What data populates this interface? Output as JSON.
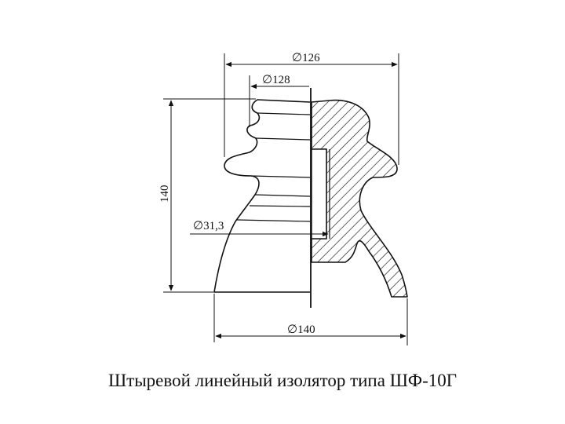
{
  "drawing": {
    "dim_top_outer": "∅126",
    "dim_top_inner": "∅128",
    "dim_height": "140",
    "dim_pin_hole": "∅31,3",
    "dim_base": "∅140",
    "stroke_color": "#111111",
    "hatch_color": "#111111"
  },
  "caption": "Штыревой линейный изолятор типа ШФ-10Г"
}
